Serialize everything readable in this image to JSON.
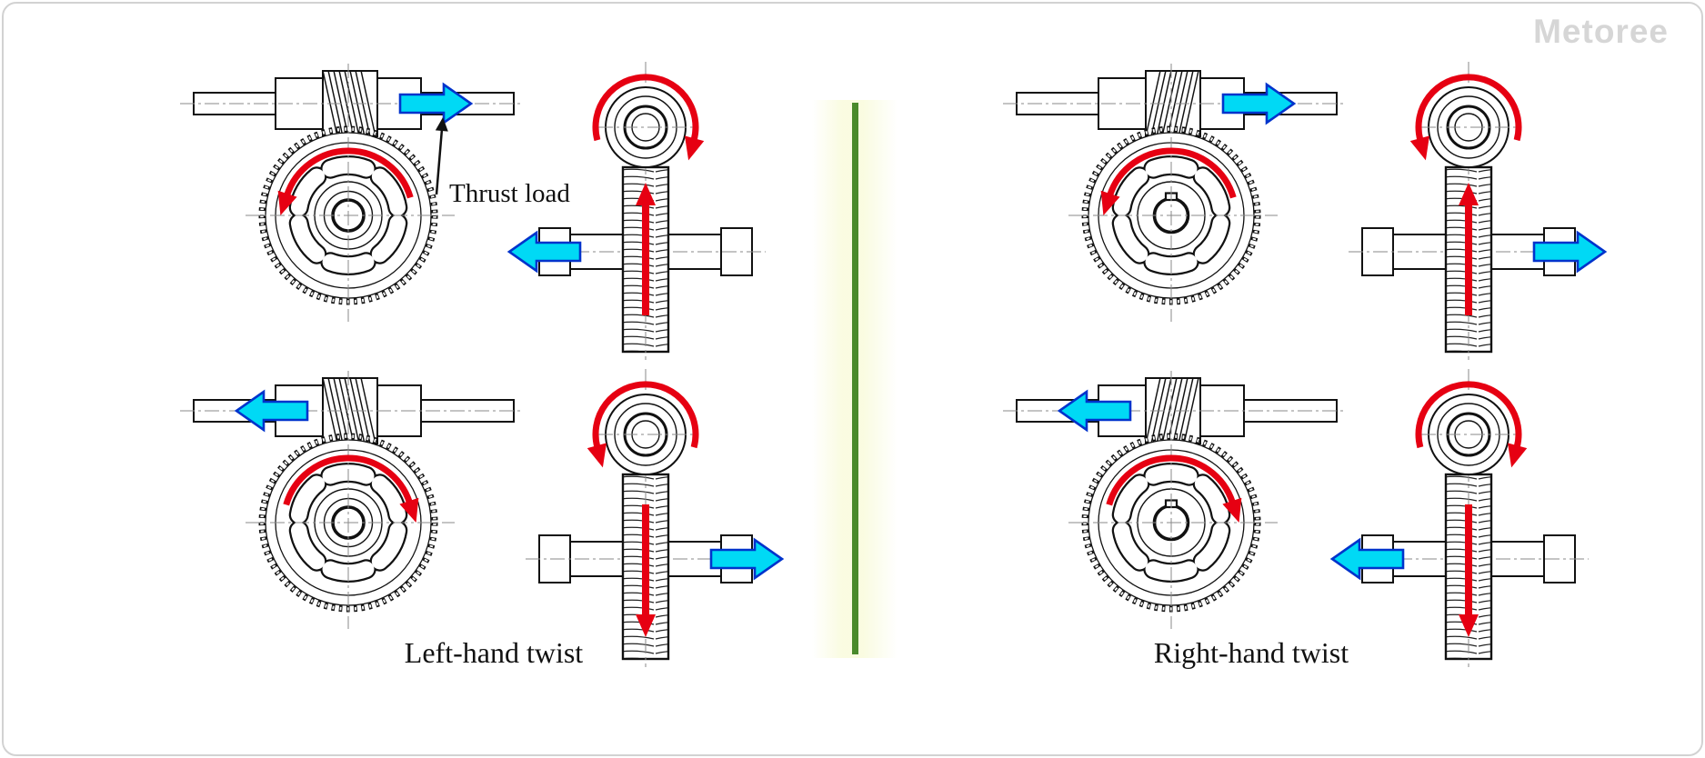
{
  "watermark": "Metoree",
  "annotation": {
    "thrust_load_label": "Thrust load"
  },
  "colors": {
    "rotation_arrow": "#e60012",
    "thrust_arrow_fill": "#00d9f5",
    "thrust_arrow_stroke": "#0033cc",
    "divider": "#4a8a2c"
  },
  "panels": [
    {
      "id": "left",
      "label": "Left-hand twist",
      "twist": "left",
      "quadrants": [
        {
          "front": {
            "worm_thrust": "right",
            "wheel_rotation": "ccw",
            "hub_style": "plain",
            "show_thrust_annotation": true
          },
          "side": {
            "worm_rotation": "cw",
            "wheel_force": "up",
            "shaft_thrust": "left"
          }
        },
        {
          "front": {
            "worm_thrust": "left",
            "wheel_rotation": "cw",
            "hub_style": "plain",
            "show_thrust_annotation": false
          },
          "side": {
            "worm_rotation": "ccw",
            "wheel_force": "down",
            "shaft_thrust": "right"
          }
        }
      ]
    },
    {
      "id": "right",
      "label": "Right-hand twist",
      "twist": "right",
      "quadrants": [
        {
          "front": {
            "worm_thrust": "right",
            "wheel_rotation": "ccw",
            "hub_style": "keyway",
            "show_thrust_annotation": false
          },
          "side": {
            "worm_rotation": "ccw",
            "wheel_force": "up",
            "shaft_thrust": "right"
          }
        },
        {
          "front": {
            "worm_thrust": "left",
            "wheel_rotation": "cw",
            "hub_style": "keyway",
            "show_thrust_annotation": false
          },
          "side": {
            "worm_rotation": "cw",
            "wheel_force": "down",
            "shaft_thrust": "left"
          }
        }
      ]
    }
  ]
}
